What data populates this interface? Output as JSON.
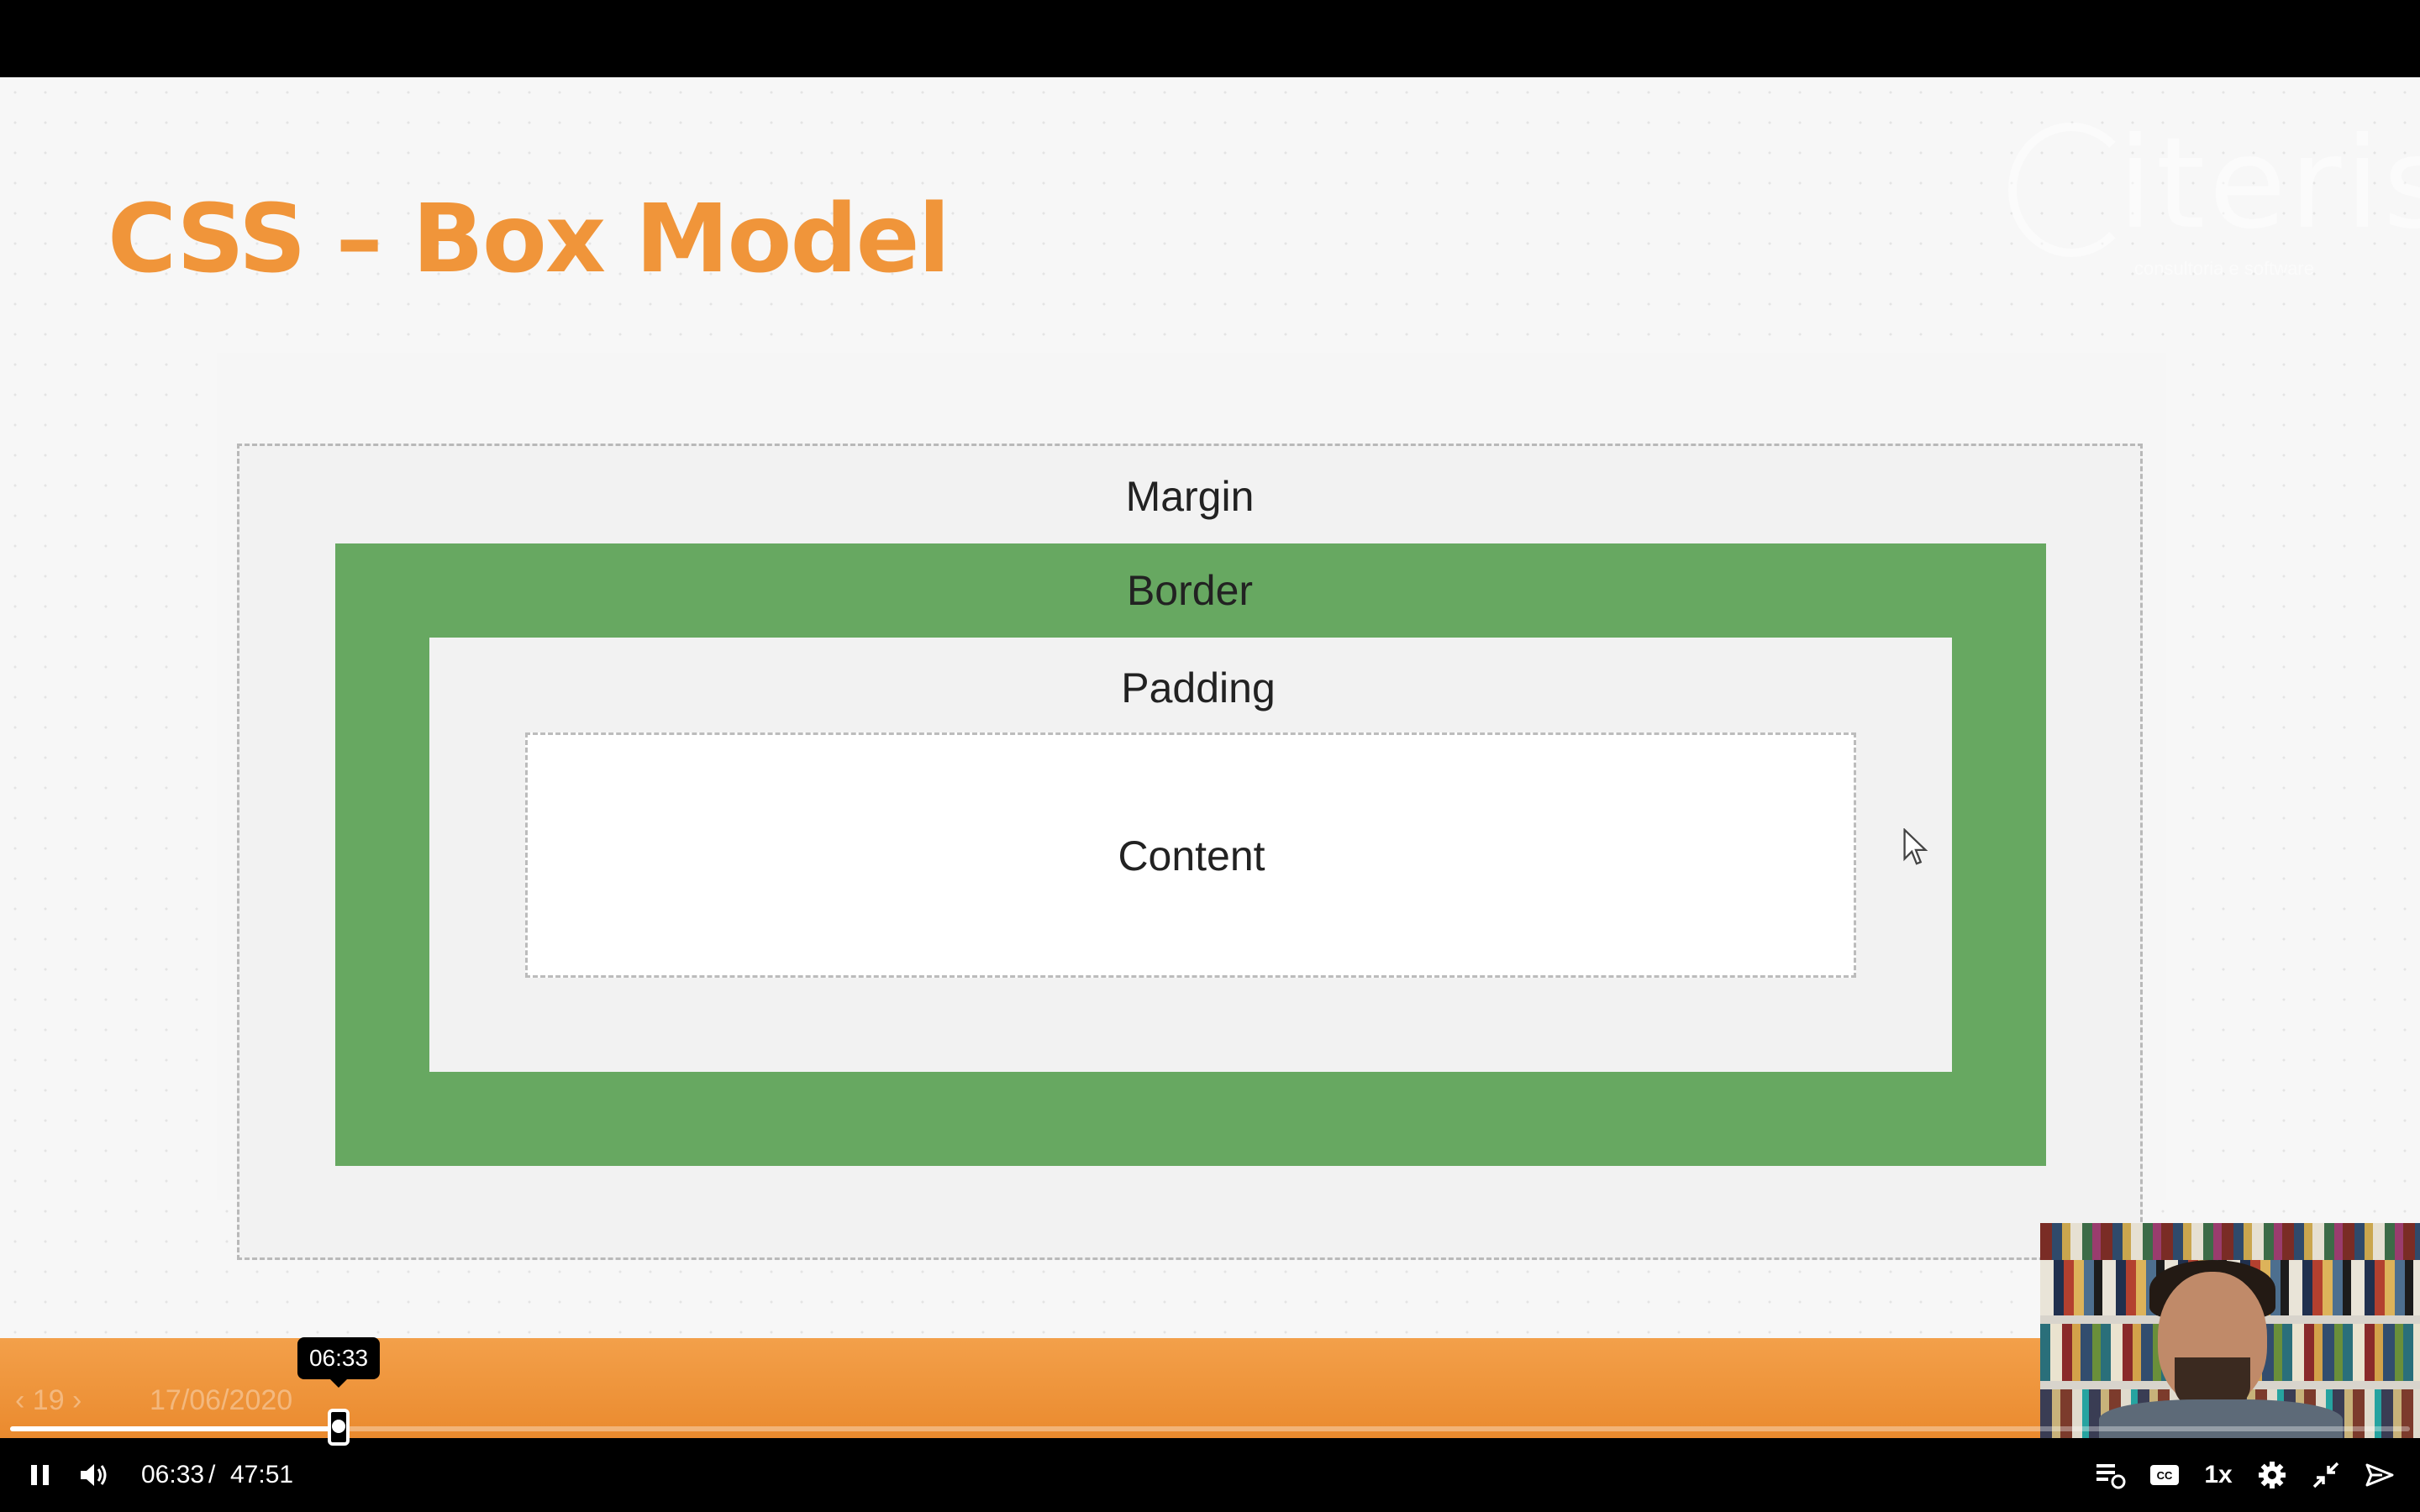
{
  "slide": {
    "title": "CSS – Box Model",
    "logo": {
      "word": "iteris",
      "tagline": "consultoria e software"
    },
    "diagram": {
      "margin_label": "Margin",
      "border_label": "Border",
      "padding_label": "Padding",
      "content_label": "Content"
    },
    "footer": {
      "slide_number": "19",
      "date": "17/06/2020"
    }
  },
  "player": {
    "tooltip_time": "06:33",
    "current_time": "06:33",
    "separator": "/",
    "total_time": "47:51",
    "progress_fraction": 0.137,
    "speed_label": "1x",
    "icons": [
      "pause-icon",
      "volume-icon",
      "chapters-icon",
      "captions-icon",
      "settings-icon",
      "exit-fullscreen-icon",
      "share-icon"
    ]
  },
  "colors": {
    "title": "#f0953a",
    "border_green": "#67a861",
    "band_orange": "#ee922f"
  }
}
